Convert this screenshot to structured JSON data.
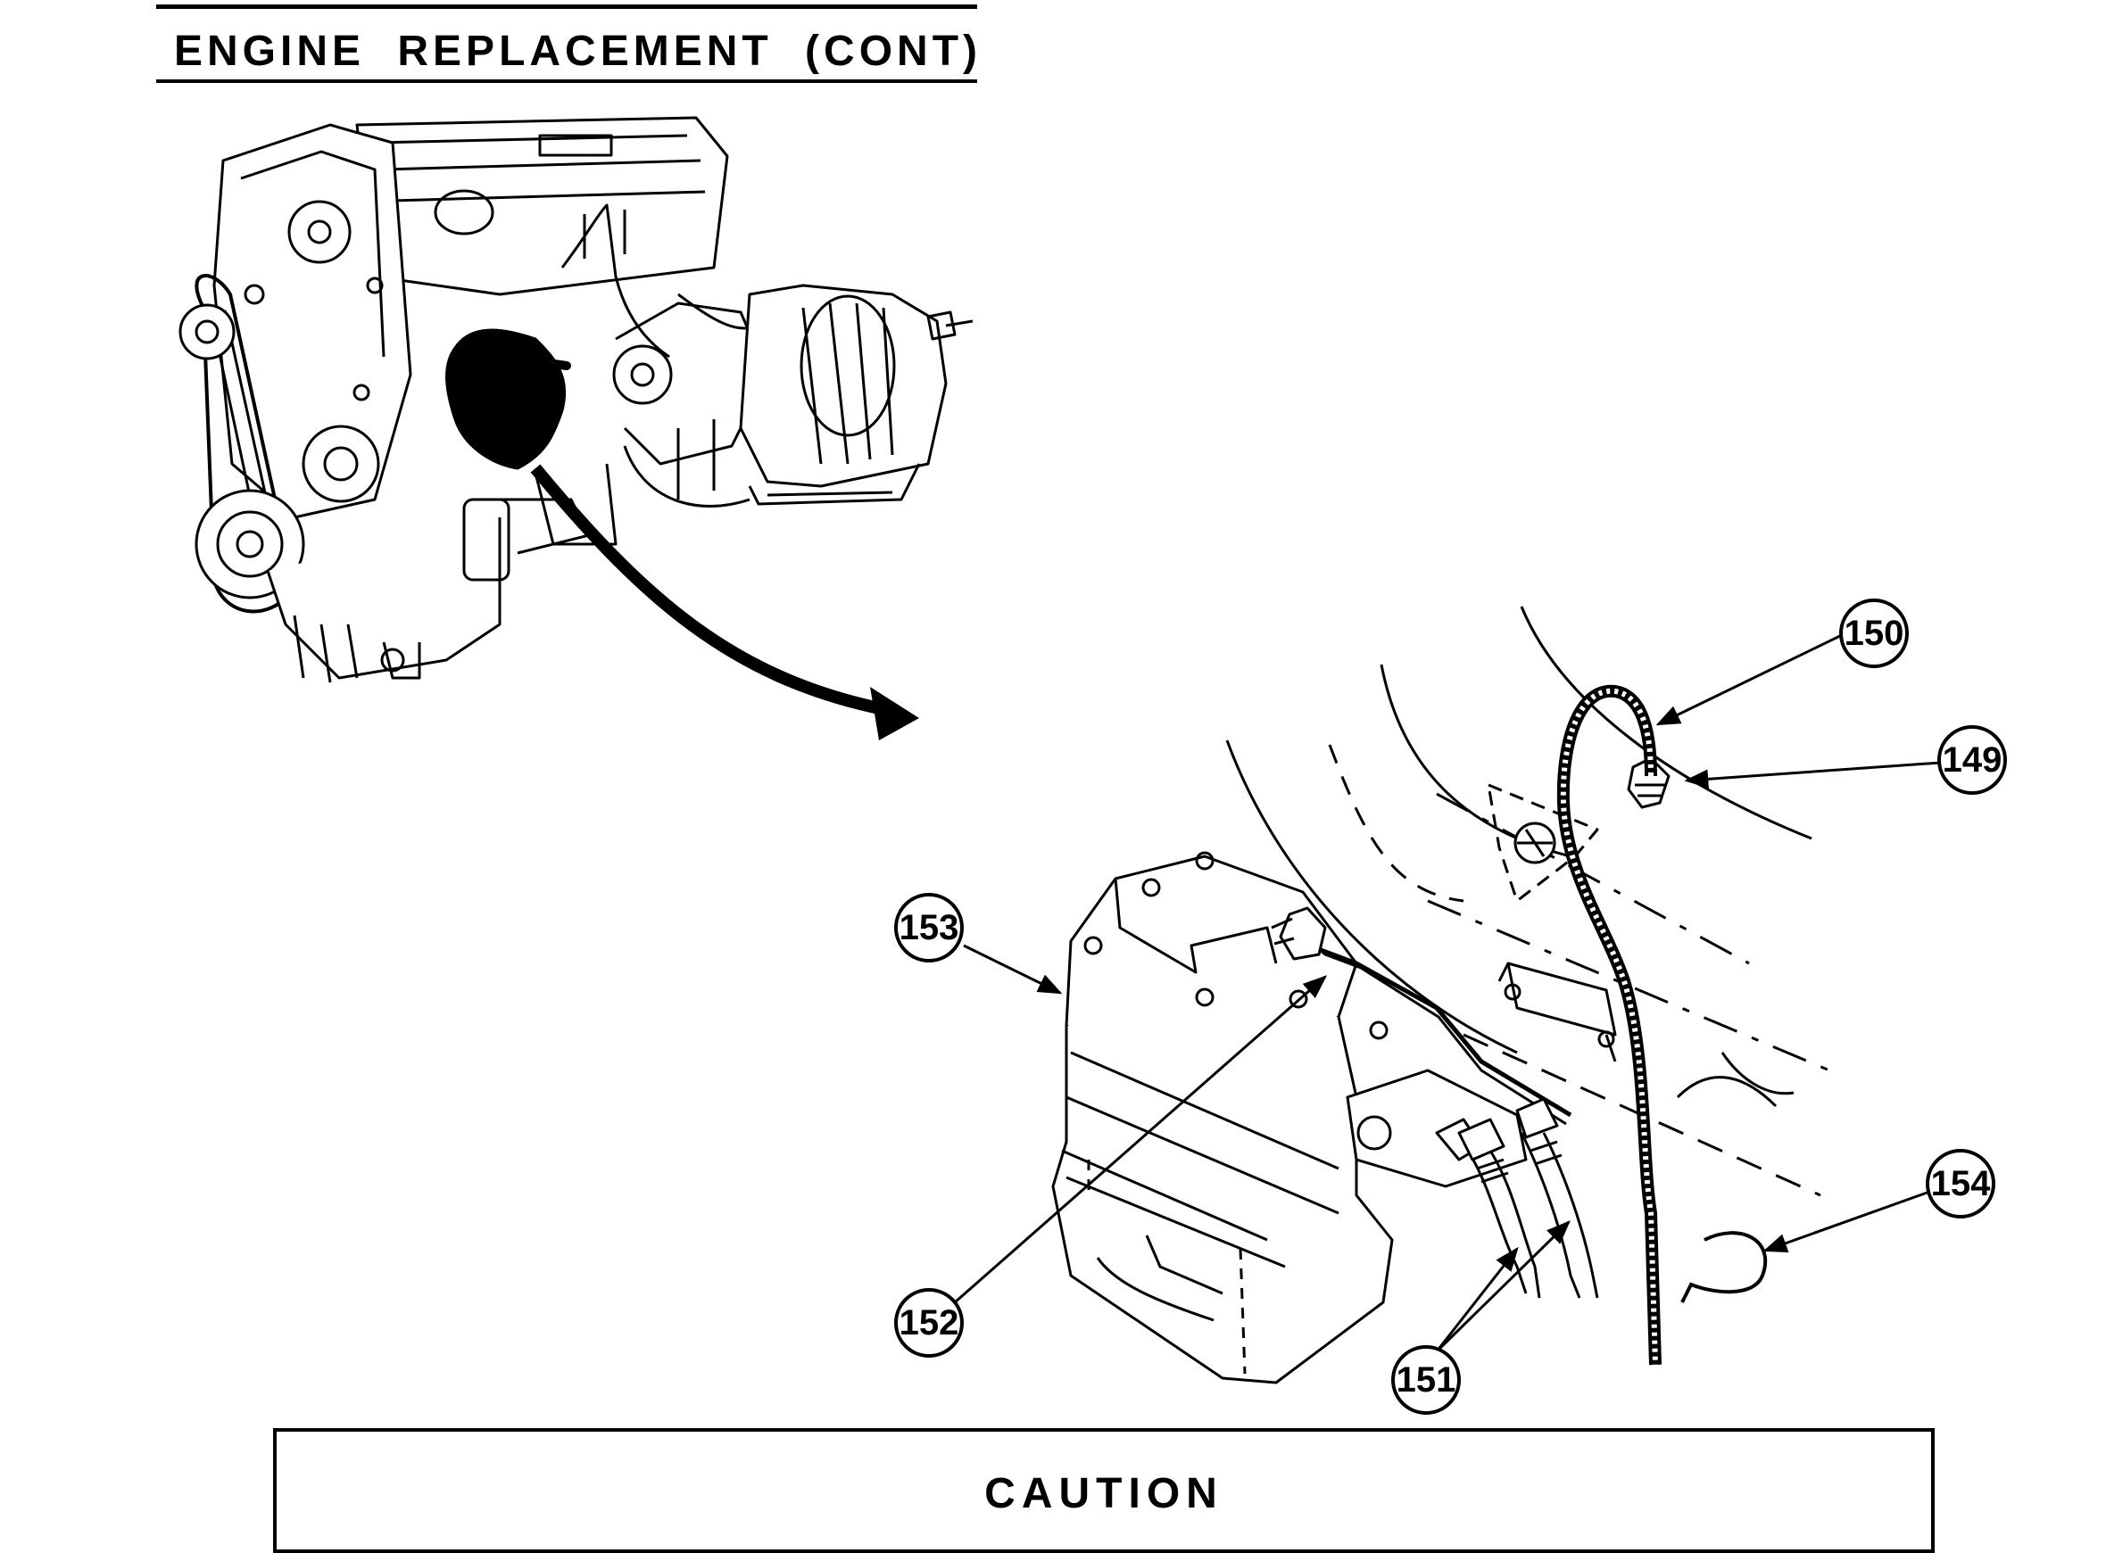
{
  "header": {
    "title": "ENGINE REPLACEMENT (CONT)"
  },
  "illustration": {
    "callouts": [
      {
        "id": "callout-149",
        "label": "149"
      },
      {
        "id": "callout-150",
        "label": "150"
      },
      {
        "id": "callout-151",
        "label": "151"
      },
      {
        "id": "callout-152",
        "label": "152"
      },
      {
        "id": "callout-153",
        "label": "153"
      },
      {
        "id": "callout-154",
        "label": "154"
      }
    ]
  },
  "caution": {
    "title": "CAUTION"
  }
}
